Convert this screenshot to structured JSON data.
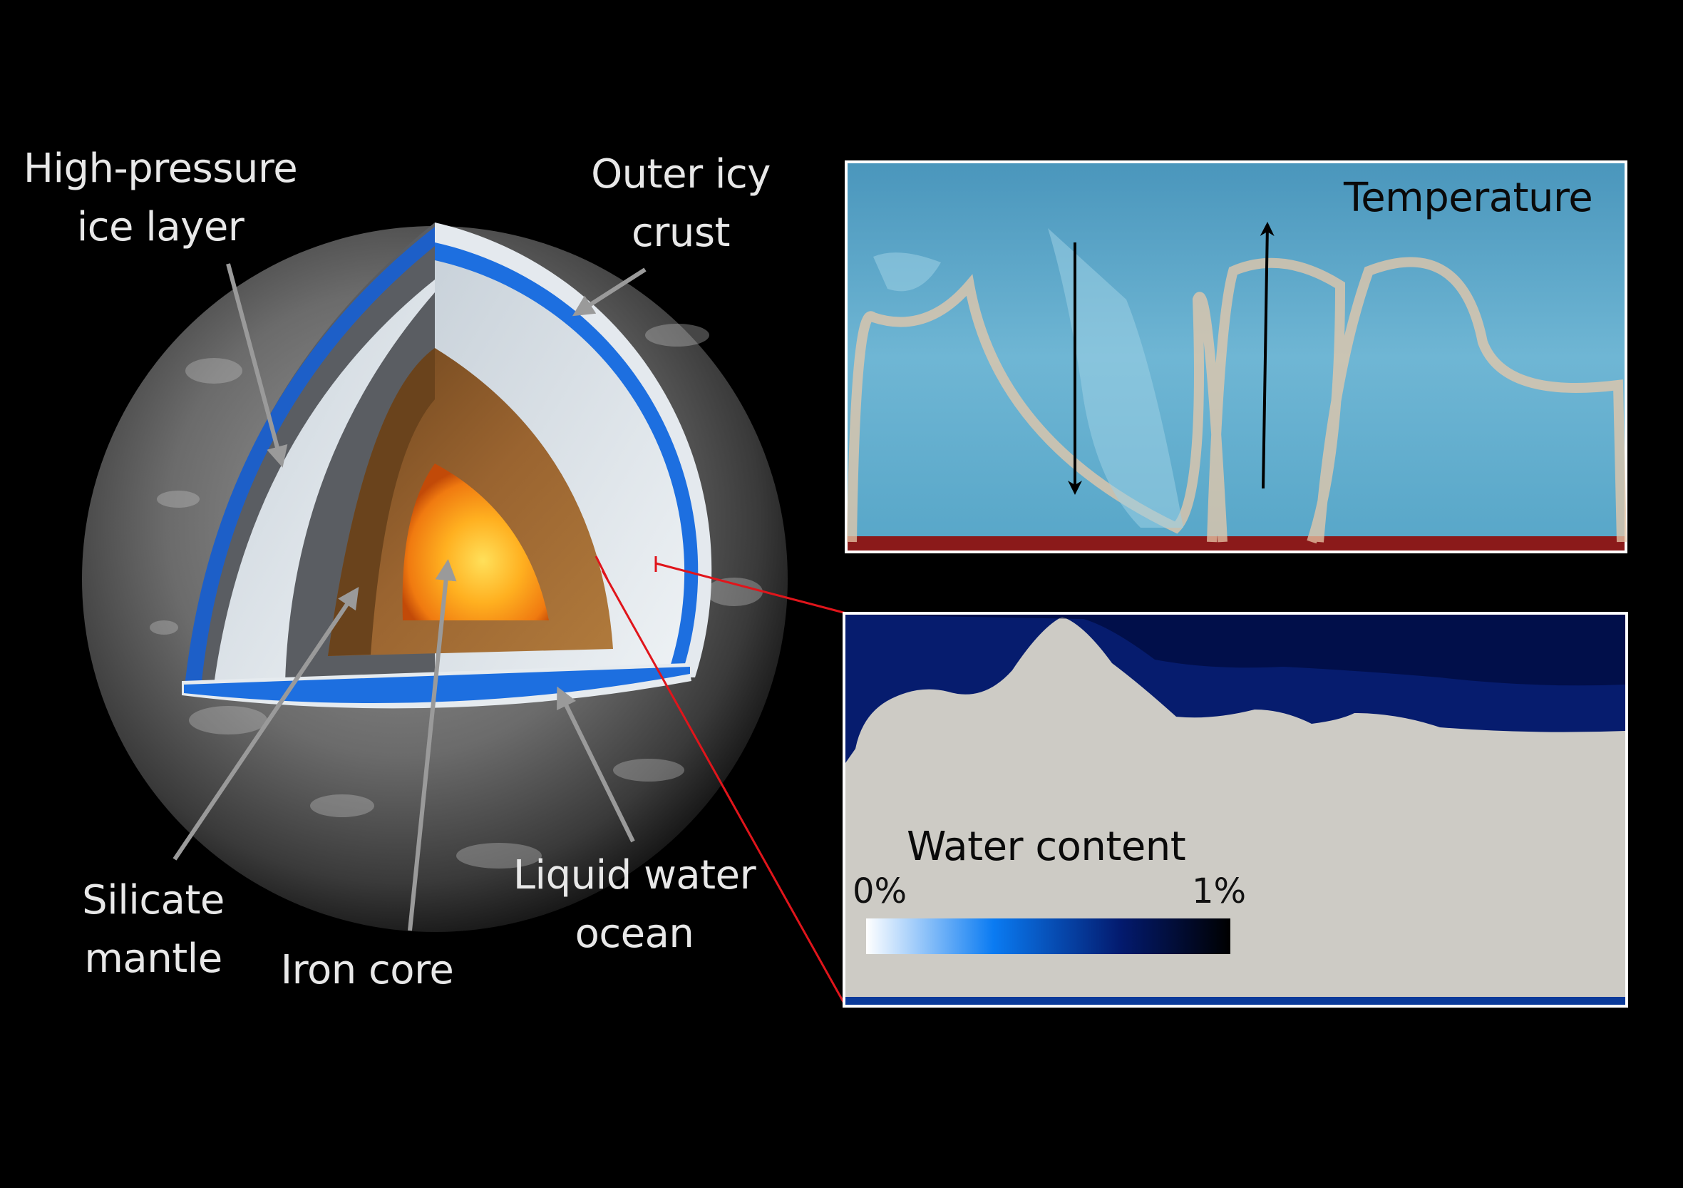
{
  "labels": {
    "high_pressure_ice": [
      "High-pressure",
      "ice layer"
    ],
    "outer_icy_crust": [
      "Outer icy",
      "crust"
    ],
    "silicate_mantle": [
      "Silicate",
      "mantle"
    ],
    "iron_core": "Iron core",
    "liquid_water_ocean": [
      "Liquid water",
      "ocean"
    ]
  },
  "panels": {
    "temperature": {
      "title": "Temperature"
    },
    "water_content": {
      "title": "Water content",
      "scale_min": "0%",
      "scale_max": "1%"
    }
  },
  "colors": {
    "background": "#000000",
    "arrow_gray": "#9a9a9a",
    "connector_red": "#e0151b",
    "ocean_blue": "#1d6fe0",
    "ice_white": "#dfe5ea",
    "mantle_brown": "#8a5a28",
    "core_orange": "#ffb020",
    "temp_cold": "#5aa8c8",
    "temp_hot": "#8b1a1a",
    "water_field": "#cdcbc5",
    "water_dark": "#000a3a"
  }
}
